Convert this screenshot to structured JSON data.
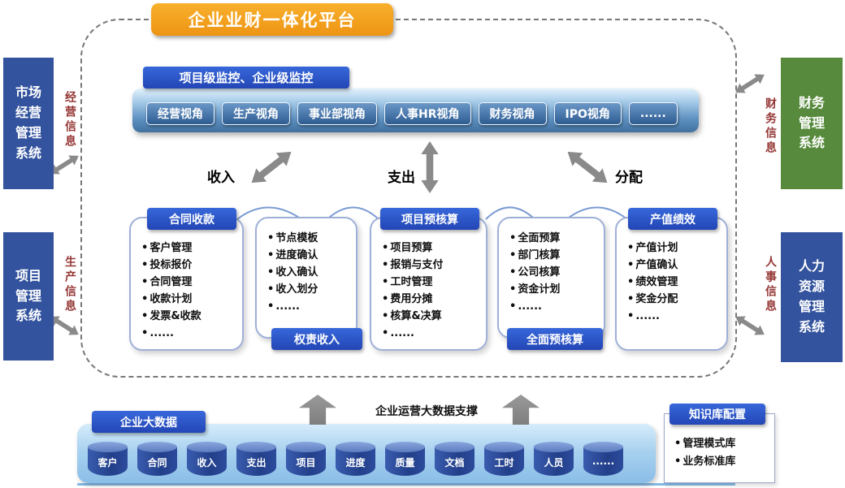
{
  "title": "企业业财一体化平台",
  "monitor": {
    "header": "项目级监控、企业级监控",
    "tabs": [
      "经营视角",
      "生产视角",
      "事业部视角",
      "人事HR视角",
      "财务视角",
      "IPO视角",
      "......"
    ]
  },
  "flows": {
    "income": "收入",
    "expense": "支出",
    "distribution": "分配"
  },
  "cards": [
    {
      "header": "合同收款",
      "header_position": "top",
      "items": [
        "客户管理",
        "投标报价",
        "合同管理",
        "收款计划",
        "发票&收款",
        "......"
      ]
    },
    {
      "header": "权责收入",
      "header_position": "bottom",
      "items": [
        "节点模板",
        "进度确认",
        "收入确认",
        "收入划分",
        "......"
      ]
    },
    {
      "header": "项目预核算",
      "header_position": "top",
      "items": [
        "项目预算",
        "报销与支付",
        "工时管理",
        "费用分摊",
        "核算&决算",
        "......"
      ]
    },
    {
      "header": "全面预核算",
      "header_position": "bottom",
      "items": [
        "全面预算",
        "部门核算",
        "公司核算",
        "资金计划",
        "......"
      ]
    },
    {
      "header": "产值绩效",
      "header_position": "top",
      "items": [
        "产值计划",
        "产值确认",
        "绩效管理",
        "奖金分配",
        "......"
      ]
    }
  ],
  "side_systems": {
    "left": [
      {
        "name": "市场经营管理系统",
        "info": "经营信息"
      },
      {
        "name": "项目管理系统",
        "info": "生产信息"
      }
    ],
    "right": [
      {
        "name": "财务管理系统",
        "info": "财务信息"
      },
      {
        "name": "人力资源管理系统",
        "info": "人事信息"
      }
    ]
  },
  "bottom": {
    "bigdata_header": "企业大数据",
    "support_text": "企业运营大数据支撑",
    "databases": [
      "客户",
      "合同",
      "收入",
      "支出",
      "项目",
      "进度",
      "质量",
      "文档",
      "工时",
      "人员",
      "......"
    ],
    "knowledge": {
      "header": "知识库配置",
      "items": [
        "管理模式库",
        "业务标准库"
      ]
    }
  },
  "colors": {
    "title_bg": "#EE9414",
    "header_blue": "#2B55C8",
    "side_blue": "#33539E",
    "finance_green": "#578A3D",
    "info_label_red": "#953735",
    "arrow_gray": "#8A8A8A",
    "bigdata_bar_blue": "#A9D2F0"
  }
}
